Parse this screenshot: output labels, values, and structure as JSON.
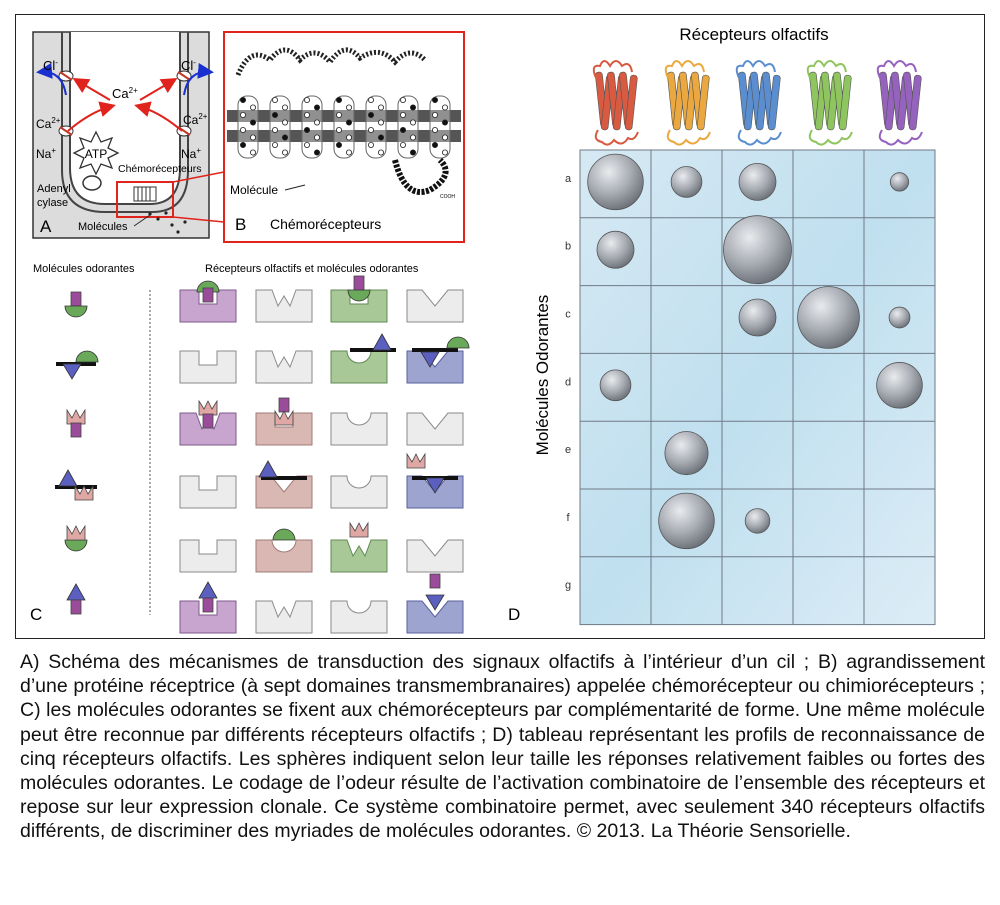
{
  "panelA": {
    "letter": "A",
    "cl_left": "Cl",
    "cl_right": "Cl",
    "minus": "-",
    "ca_top": "Ca",
    "ca_left": "Ca",
    "ca_right": "Ca",
    "na_left": "Na",
    "na_right": "Na",
    "sup2plus": "2+",
    "supplus": "+",
    "atp": "ATP",
    "chemoreceptors": "Chémorécepteurs",
    "adenyl1": "Adenyl",
    "adenyl2": "cylase",
    "molecules": "Molécules"
  },
  "panelB": {
    "letter": "B",
    "molecule": "Molécule",
    "title": "Chémorécepteurs",
    "cooh": "COOH"
  },
  "panelC": {
    "letter": "C",
    "left_title": "Molécules odorantes",
    "right_title": "Récepteurs olfactifs et molécules odorantes"
  },
  "panelD": {
    "letter": "D",
    "title": "Récepteurs olfactifs",
    "ylabel": "Molécules Odorantes",
    "rows": [
      "a",
      "b",
      "c",
      "d",
      "e",
      "f",
      "g"
    ],
    "receptor_colors": [
      "#d75a41",
      "#eba840",
      "#5b8ed0",
      "#8fc55e",
      "#9563bd"
    ],
    "responses": [
      {
        "row": "a",
        "col": 1,
        "level": 4
      },
      {
        "row": "a",
        "col": 2,
        "level": 2
      },
      {
        "row": "a",
        "col": 3,
        "level": 2.5
      },
      {
        "row": "a",
        "col": 5,
        "level": 1
      },
      {
        "row": "b",
        "col": 1,
        "level": 2.5
      },
      {
        "row": "b",
        "col": 3,
        "level": 5
      },
      {
        "row": "c",
        "col": 3,
        "level": 2.5
      },
      {
        "row": "c",
        "col": 4,
        "level": 4.5
      },
      {
        "row": "c",
        "col": 5,
        "level": 1.2
      },
      {
        "row": "d",
        "col": 1,
        "level": 2
      },
      {
        "row": "d",
        "col": 5,
        "level": 3.2
      },
      {
        "row": "e",
        "col": 2,
        "level": 3
      },
      {
        "row": "f",
        "col": 2,
        "level": 4
      },
      {
        "row": "f",
        "col": 3,
        "level": 1.5
      }
    ]
  },
  "caption": "A) Schéma des mécanismes de transduction des signaux olfactifs à l’intérieur d’un cil ; B) agrandissement d’une protéine réceptrice (à sept domaines transmembranaires) appelée chémorécepteur ou chimiorécepteurs ; C) les molécules odorantes se fixent aux chémorécepteurs par complémentarité de forme. Une même molécule peut être reconnue par différents récepteurs olfactifs ; D) tableau représentant les profils de reconnaissance de cinq récepteurs olfactifs. Les sphères indiquent selon leur taille les réponses relativement faibles ou fortes des molécules odorantes. Le codage de l’odeur résulte de l’activation combinatoire de l’ensemble des récepteurs et repose sur leur expression clonale. Ce système combinatoire permet, avec seulement 340 récepteurs olfactifs différents, de discriminer des myriades de molécules odorantes. © 2013. La Théorie Sensorielle."
}
